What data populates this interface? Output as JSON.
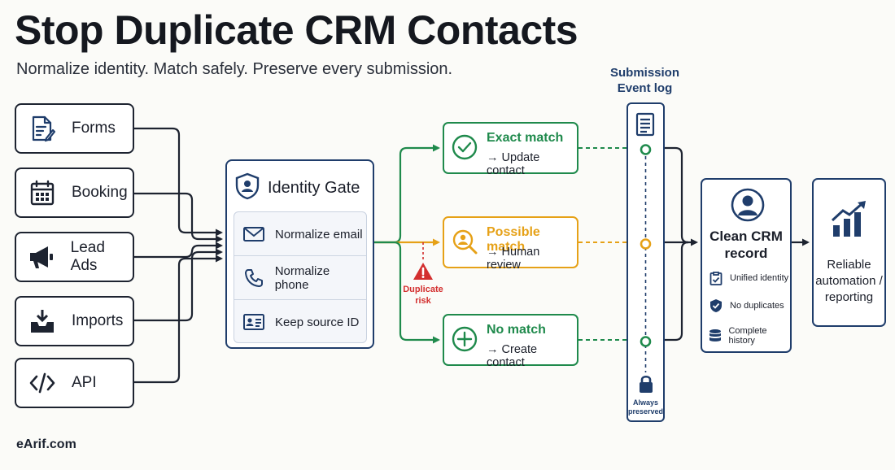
{
  "header": {
    "title": "Stop Duplicate CRM Contacts",
    "subtitle": "Normalize identity. Match safely. Preserve every submission."
  },
  "sources": [
    {
      "label": "Forms",
      "icon": "form-document-icon"
    },
    {
      "label": "Booking",
      "icon": "calendar-icon"
    },
    {
      "label": "Lead Ads",
      "icon": "megaphone-icon"
    },
    {
      "label": "Imports",
      "icon": "inbox-download-icon"
    },
    {
      "label": "API",
      "icon": "code-brackets-icon"
    }
  ],
  "identity_gate": {
    "title": "Identity Gate",
    "icon": "shield-user-icon",
    "steps": [
      {
        "label": "Normalize email",
        "icon": "envelope-icon"
      },
      {
        "label": "Normalize phone",
        "icon": "phone-icon"
      },
      {
        "label": "Keep source ID",
        "icon": "id-card-icon"
      }
    ]
  },
  "duplicate_risk": {
    "line1": "Duplicate",
    "line2": "risk",
    "icon": "warning-icon"
  },
  "matches": [
    {
      "title": "Exact match",
      "action": "→ Update contact",
      "color": "#1f8a4c",
      "icon": "check-circle-icon"
    },
    {
      "title": "Possible match",
      "action": "→ Human review",
      "color": "#e6a117",
      "icon": "search-person-icon"
    },
    {
      "title": "No match",
      "action": "→ Create contact",
      "color": "#1f8a4c",
      "icon": "plus-circle-icon"
    }
  ],
  "event_log": {
    "title_line1": "Submission",
    "title_line2": "Event log",
    "footer_line1": "Always",
    "footer_line2": "preserved",
    "icon": "document-list-icon",
    "footer_icon": "lock-icon"
  },
  "crm_record": {
    "title_line1": "Clean CRM",
    "title_line2": "record",
    "icon": "user-circle-icon",
    "features": [
      {
        "label": "Unified identity",
        "icon": "clipboard-check-icon"
      },
      {
        "label": "No duplicates",
        "icon": "shield-check-icon"
      },
      {
        "label": "Complete history",
        "icon": "database-icon"
      }
    ]
  },
  "reporting": {
    "line1": "Reliable",
    "line2": "automation /",
    "line3": "reporting",
    "icon": "bar-chart-trend-icon"
  },
  "footer": {
    "credit": "eArif.com"
  },
  "colors": {
    "navy": "#1f3d6b",
    "green": "#1f8a4c",
    "amber": "#e6a117",
    "red": "#d32f2f",
    "ink": "#1d2330"
  }
}
